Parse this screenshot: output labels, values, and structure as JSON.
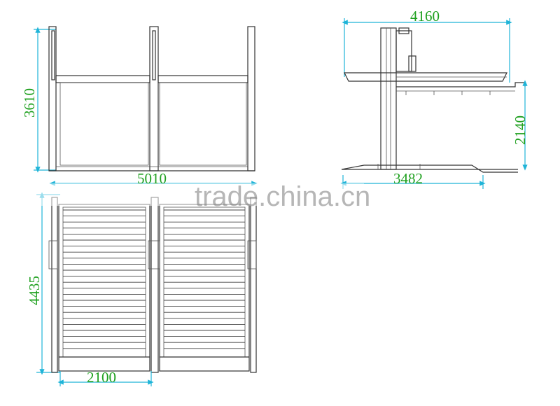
{
  "dimensions": {
    "front_width": "5010",
    "front_height": "3610",
    "side_length": "4160",
    "side_base": "3482",
    "side_platform_height": "2140",
    "top_depth": "4435",
    "top_bay_width": "2100"
  },
  "watermark": "trade.china.cn",
  "colors": {
    "dimension_text": "#1fa01f",
    "dimension_line": "#1fb4d8",
    "drawing_line": "#333333"
  }
}
